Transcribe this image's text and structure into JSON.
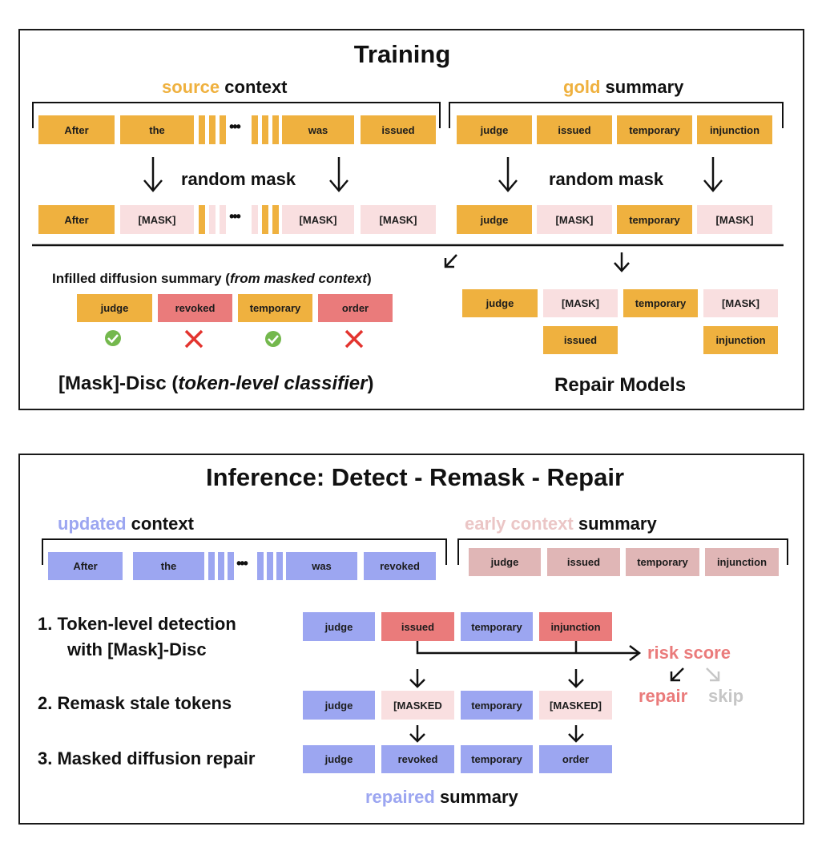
{
  "training": {
    "title": "Training",
    "source_hl": "source",
    "source_rest": " context",
    "gold_hl": "gold",
    "gold_rest": " summary",
    "random_mask": "random mask",
    "source_tokens": [
      "After",
      "the",
      "was",
      "issued"
    ],
    "source_masked": [
      "After",
      "[MASK]",
      "[MASK]",
      "[MASK]"
    ],
    "gold_tokens": [
      "judge",
      "issued",
      "temporary",
      "injunction"
    ],
    "gold_masked": [
      "judge",
      "[MASK]",
      "temporary",
      "[MASK]"
    ],
    "infill_prefix": "Infilled diffusion summary (",
    "infill_italic": "from masked context",
    "infill_suffix": ")",
    "infill_tokens": [
      "judge",
      "revoked",
      "temporary",
      "order"
    ],
    "disc_prefix": "[Mask]-Disc (",
    "disc_italic": "token-level classifier",
    "disc_suffix": ")",
    "repair_tokens_row1": [
      "judge",
      "[MASK]",
      "temporary",
      "[MASK]"
    ],
    "repair_tokens_row2": [
      "issued",
      "injunction"
    ],
    "repair_label": "Repair Models"
  },
  "inference": {
    "title": "Inference: Detect - Remask - Repair",
    "updated_hl": "updated",
    "updated_rest": " context",
    "early_hl": "early context",
    "early_rest": " summary",
    "context_tokens": [
      "After",
      "the",
      "was",
      "revoked"
    ],
    "early_tokens": [
      "judge",
      "issued",
      "temporary",
      "injunction"
    ],
    "step1_line1": "1. Token-level detection",
    "step1_line2": "with [Mask]-Disc",
    "step2": "2. Remask stale tokens",
    "step3": "3. Masked diffusion repair",
    "detect_tokens": [
      "judge",
      "issued",
      "temporary",
      "injunction"
    ],
    "remask_tokens": [
      "judge",
      "[MASKED",
      "temporary",
      "[MASKED]"
    ],
    "repair_tokens": [
      "judge",
      "revoked",
      "temporary",
      "order"
    ],
    "risk_score": "risk score",
    "repair": "repair",
    "skip": "skip",
    "repaired_hl": "repaired",
    "repaired_rest": " summary"
  },
  "colors": {
    "orange": "#efb13f",
    "pink": "#f9dfe0",
    "red": "#ea7b7b",
    "blue": "#9ca6f1",
    "grey_pink": "#e0b6b6",
    "check_green": "#74b84d",
    "cross_red": "#e3342f"
  },
  "icons": [
    "check-icon",
    "cross-icon",
    "down-arrow-icon",
    "diagonal-arrow-icon"
  ]
}
